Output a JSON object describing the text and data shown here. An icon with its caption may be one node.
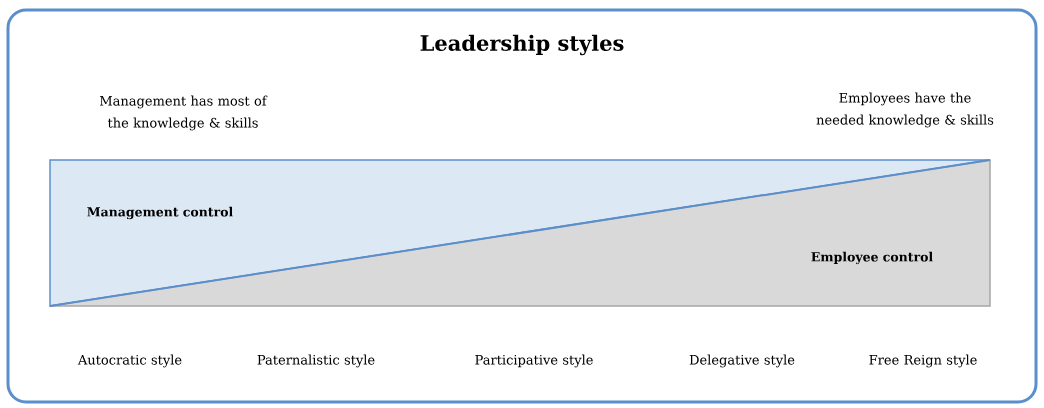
{
  "diagram": {
    "title": "Leadership styles",
    "nodes": [
      {
        "text": [
          "Management control"
        ]
      },
      {
        "text": [
          "Employee control"
        ]
      }
    ],
    "labels": [
      "Management has most of the knowledge & skills",
      "Employees have the needed knowledge & skills",
      "Autocratic style",
      "Paternalistic style",
      "Participative style",
      "Delegative style",
      "Free Reign style"
    ]
  }
}
